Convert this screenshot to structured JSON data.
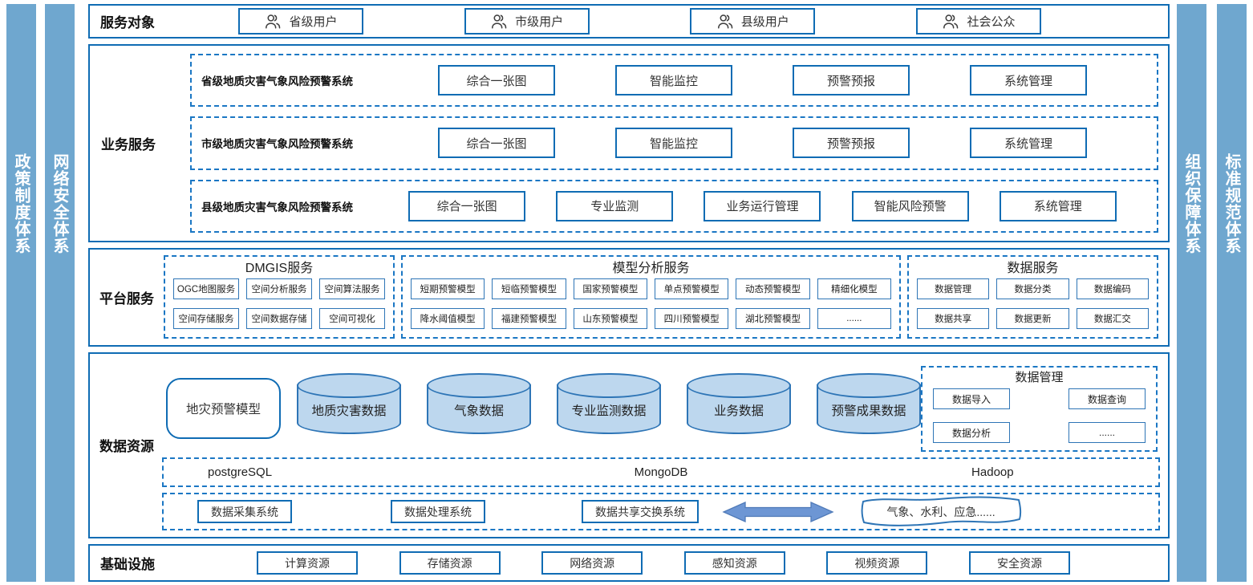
{
  "side_bars": {
    "left": [
      {
        "label": "政策制度体系"
      },
      {
        "label": "网络安全体系"
      }
    ],
    "right": [
      {
        "label": "组织保障体系"
      },
      {
        "label": "标准规范体系"
      }
    ]
  },
  "service_objects": {
    "label": "服务对象",
    "items": [
      "省级用户",
      "市级用户",
      "县级用户",
      "社会公众"
    ]
  },
  "business_services": {
    "label": "业务服务",
    "systems": [
      {
        "name": "省级地质灾害气象风险预警系统",
        "modules": [
          "综合一张图",
          "智能监控",
          "预警预报",
          "系统管理"
        ]
      },
      {
        "name": "市级地质灾害气象风险预警系统",
        "modules": [
          "综合一张图",
          "智能监控",
          "预警预报",
          "系统管理"
        ]
      },
      {
        "name": "县级地质灾害气象风险预警系统",
        "modules": [
          "综合一张图",
          "专业监测",
          "业务运行管理",
          "智能风险预警",
          "系统管理"
        ]
      }
    ]
  },
  "platform_services": {
    "label": "平台服务",
    "groups": [
      {
        "title": "DMGIS服务",
        "items": [
          "OGC地图服务",
          "空间分析服务",
          "空间算法服务",
          "空间存储服务",
          "空间数据存储",
          "空间可视化"
        ]
      },
      {
        "title": "模型分析服务",
        "items": [
          "短期预警模型",
          "短临预警模型",
          "国家预警模型",
          "单点预警模型",
          "动态预警模型",
          "精细化模型",
          "降水阈值模型",
          "福建预警模型",
          "山东预警模型",
          "四川预警模型",
          "湖北预警模型",
          "......"
        ]
      },
      {
        "title": "数据服务",
        "items": [
          "数据管理",
          "数据分类",
          "数据编码",
          "数据共享",
          "数据更新",
          "数据汇交"
        ]
      }
    ]
  },
  "data_resources": {
    "label": "数据资源",
    "model_box": "地灾预警模型",
    "cylinders": [
      "地质灾害数据",
      "气象数据",
      "专业监测数据",
      "业务数据",
      "预警成果数据"
    ],
    "data_management": {
      "title": "数据管理",
      "items": [
        "数据导入",
        "数据查询",
        "数据分析",
        "......"
      ]
    },
    "databases": [
      "postgreSQL",
      "MongoDB",
      "Hadoop"
    ],
    "systems": [
      "数据采集系统",
      "数据处理系统",
      "数据共享交换系统"
    ],
    "external_systems": "气象、水利、应急......"
  },
  "infrastructure": {
    "label": "基础设施",
    "items": [
      "计算资源",
      "存储资源",
      "网络资源",
      "感知资源",
      "视频资源",
      "安全资源"
    ]
  },
  "colors": {
    "pillar_fill": "#6fa7cf",
    "solid_border": "#0f6cb4",
    "dashed_border": "#1b77c4",
    "cell_border": "#2e75b6",
    "cylinder_fill": "#bdd7ee",
    "arrow_fill": "#6d96d4"
  }
}
